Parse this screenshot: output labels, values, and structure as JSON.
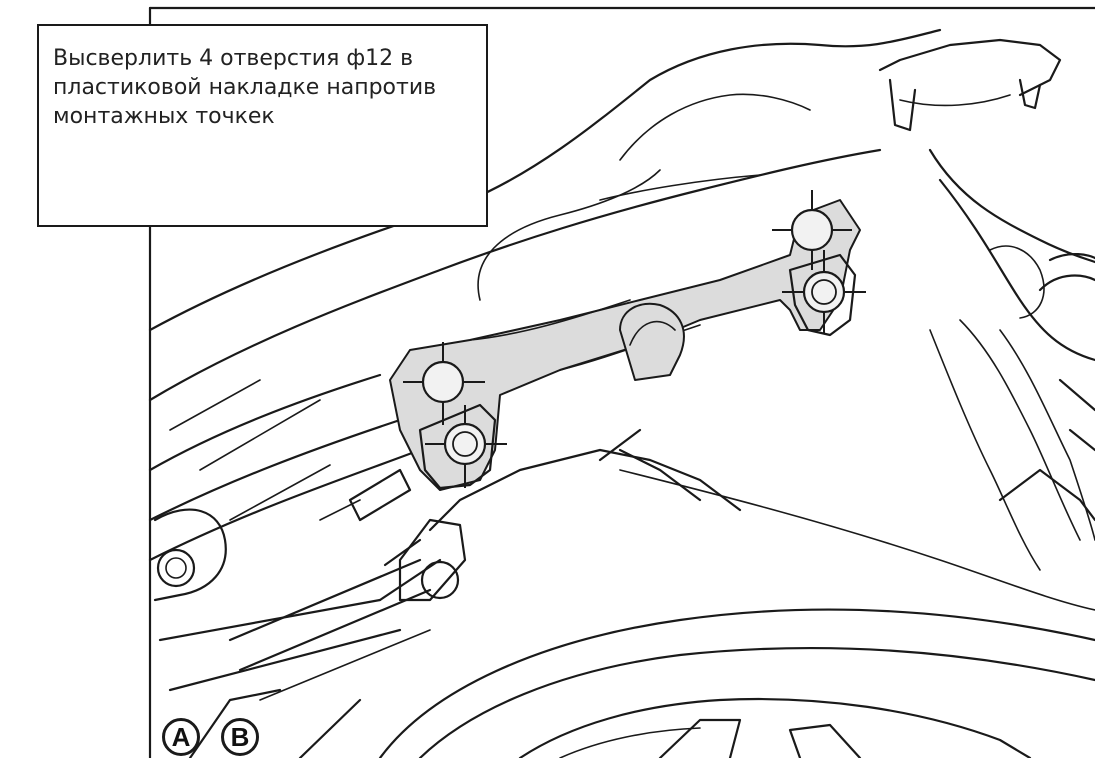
{
  "callout": {
    "text": "Высверлить 4 отверстия ф12 в\nпластиковой накладке напротив\nмонтажных точкек"
  },
  "labels": {
    "a": "A",
    "b": "B"
  },
  "drill_points": [
    {
      "id": "upper-front",
      "count": 1
    },
    {
      "id": "lower-front",
      "count": 1
    },
    {
      "id": "upper-rear",
      "count": 1
    },
    {
      "id": "lower-rear",
      "count": 1
    }
  ]
}
